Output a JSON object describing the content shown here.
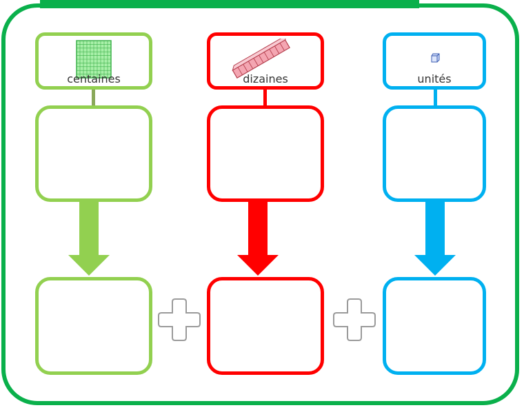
{
  "columns": [
    {
      "label": "centaines",
      "color": "#92d050",
      "connector_color": "#8aa85a",
      "icon": "hundreds-grid-icon"
    },
    {
      "label": "dizaines",
      "color": "#ff0000",
      "connector_color": "#ff0000",
      "icon": "ten-rod-icon"
    },
    {
      "label": "unités",
      "color": "#00b0f0",
      "connector_color": "#00b0f0",
      "icon": "unit-cube-icon"
    }
  ],
  "operators": [
    "plus-icon",
    "plus-icon"
  ],
  "colors": {
    "frame": "#0ab04b",
    "background": "#ffffff",
    "plus_outline": "#9a9a9a"
  }
}
